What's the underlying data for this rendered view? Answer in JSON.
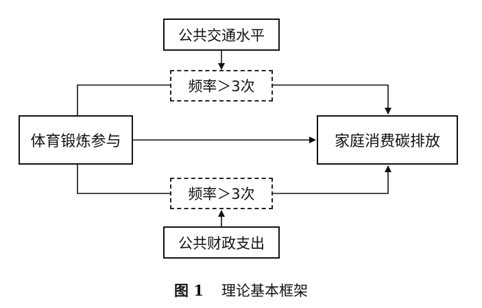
{
  "nodes": {
    "transport": "公共交通水平",
    "freq_top": "频率＞3次",
    "exercise": "体育锻炼参与",
    "carbon": "家庭消费碳排放",
    "freq_bottom": "频率＞3次",
    "finance": "公共财政支出"
  },
  "caption": {
    "figure_number": "图 1",
    "title": "理论基本框架"
  }
}
